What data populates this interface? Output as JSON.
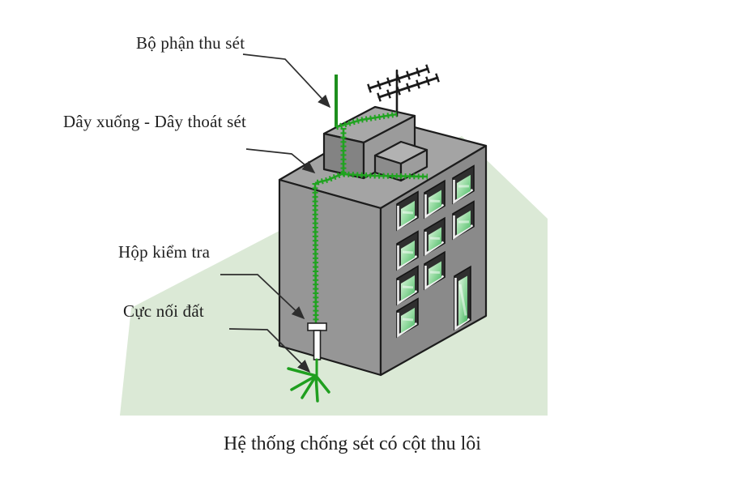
{
  "diagram": {
    "labels": {
      "air_terminal": "Bộ phận thu sét",
      "down_conductor": "Dây xuống - Dây thoát sét",
      "inspection_box": "Hộp kiểm tra",
      "ground_electrode": "Cực nối đất"
    },
    "caption": "Hệ thống chống sét có cột thu lôi",
    "colors": {
      "background": "#ffffff",
      "ground_area": "#dbe9d6",
      "building_roof": "#a4a4a4",
      "building_left_face": "#969696",
      "building_right_face": "#8a8a8a",
      "penthouse_top": "#a8a8a8",
      "penthouse_left": "#838383",
      "penthouse_right": "#9b9b9b",
      "window_glass_green": "#7fd08f",
      "conductor_green": "#21a321",
      "rod_green": "#1d8f1d",
      "outline": "#1c1c1c",
      "text": "#1f1f1f"
    }
  }
}
